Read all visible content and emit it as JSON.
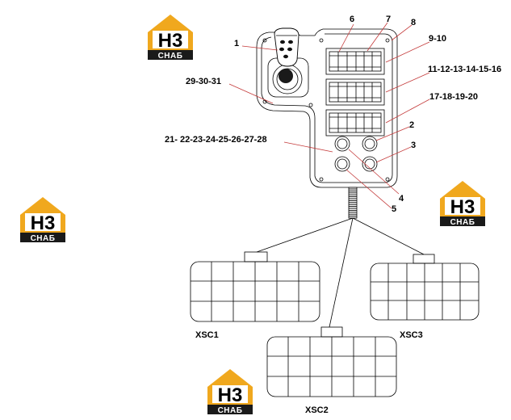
{
  "logo": {
    "mark": "H3",
    "name": "СНАБ",
    "colors": {
      "house": "#f0a81e",
      "bar": "#1a1a1a",
      "mark": "#111111"
    }
  },
  "callouts": {
    "c1": "1",
    "c6": "6",
    "c7": "7",
    "c8": "8",
    "c9_10": "9-10",
    "c11_16": "11-12-13-14-15-16",
    "c17_20": "17-18-19-20",
    "c29_31": "29-30-31",
    "c21_28": "21- 22-23-24-25-26-27-28",
    "c2": "2",
    "c3": "3",
    "c4": "4",
    "c5": "5"
  },
  "connectors": {
    "xsc1": "XSC1",
    "xsc2": "XSC2",
    "xsc3": "XSC3"
  },
  "colors": {
    "line": "#000000",
    "leader": "#c43a3a"
  }
}
